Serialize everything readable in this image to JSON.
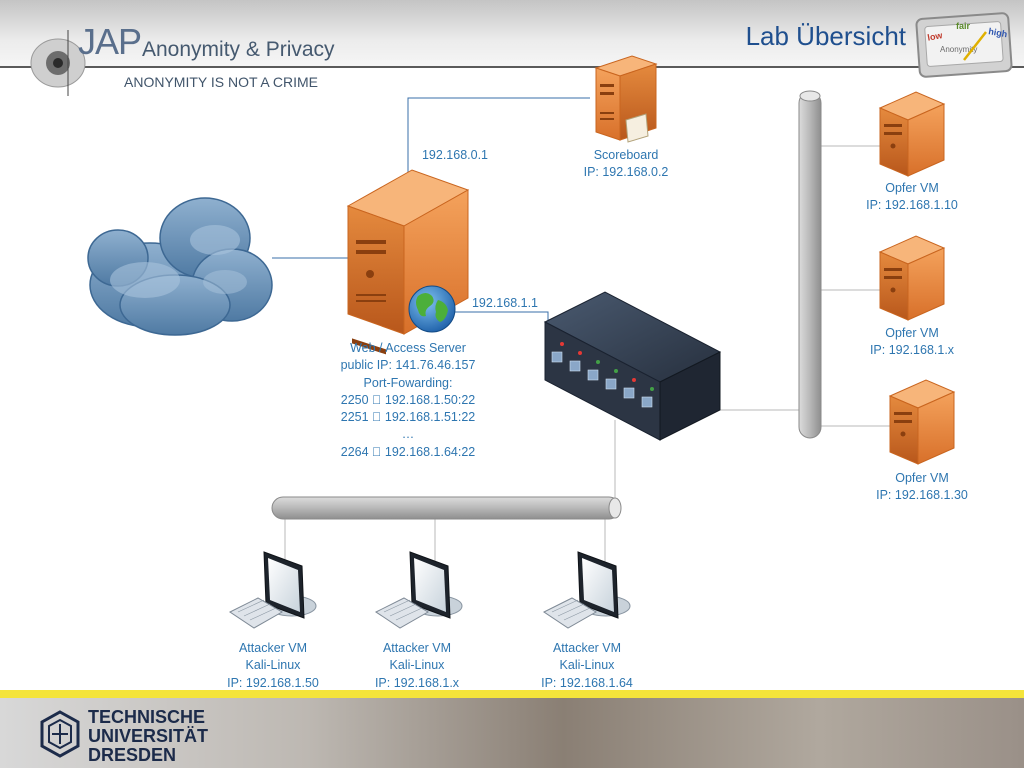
{
  "header": {
    "brand_main": "JAP",
    "brand_name": "Anonymity & Privacy",
    "tagline": "ANONYMITY IS NOT A CRIME",
    "title": "Lab Übersicht",
    "badge": {
      "low": "low",
      "fair": "fair",
      "high": "high",
      "label": "Anonymity"
    }
  },
  "diagram": {
    "scoreboard": {
      "lines": [
        "Scoreboard",
        "IP: 192.168.0.2"
      ]
    },
    "link_internal": "192.168.0.1",
    "link_lab": "192.168.1.1",
    "server": {
      "lines": [
        "Web / Access Server",
        "public IP: 141.76.46.157",
        "Port-Fowarding:",
        "2250 \u0000  192.168.1.50:22",
        "2251 \u0000  192.168.1.51:22",
        "…",
        "2264 \u0000  192.168.1.64:22"
      ]
    },
    "victims": [
      {
        "lines": [
          "Opfer VM",
          "IP: 192.168.1.10"
        ]
      },
      {
        "lines": [
          "Opfer VM",
          "IP: 192.168.1.x"
        ]
      },
      {
        "lines": [
          "Opfer VM",
          "IP: 192.168.1.30"
        ]
      }
    ],
    "attackers": [
      {
        "lines": [
          "Attacker VM",
          "Kali-Linux",
          "IP: 192.168.1.50"
        ]
      },
      {
        "lines": [
          "Attacker VM",
          "Kali-Linux",
          "IP: 192.168.1.x"
        ]
      },
      {
        "lines": [
          "Attacker VM",
          "Kali-Linux",
          "IP: 192.168.1.64"
        ]
      }
    ]
  },
  "footer": {
    "university": [
      "TECHNISCHE",
      "UNIVERSITÄT",
      "DRESDEN"
    ]
  },
  "colors": {
    "label": "#2e76b0",
    "title": "#1f4f8e",
    "server": "#e8833a",
    "cloud": "#5d86ad",
    "accent_bar": "#f4e43a"
  }
}
